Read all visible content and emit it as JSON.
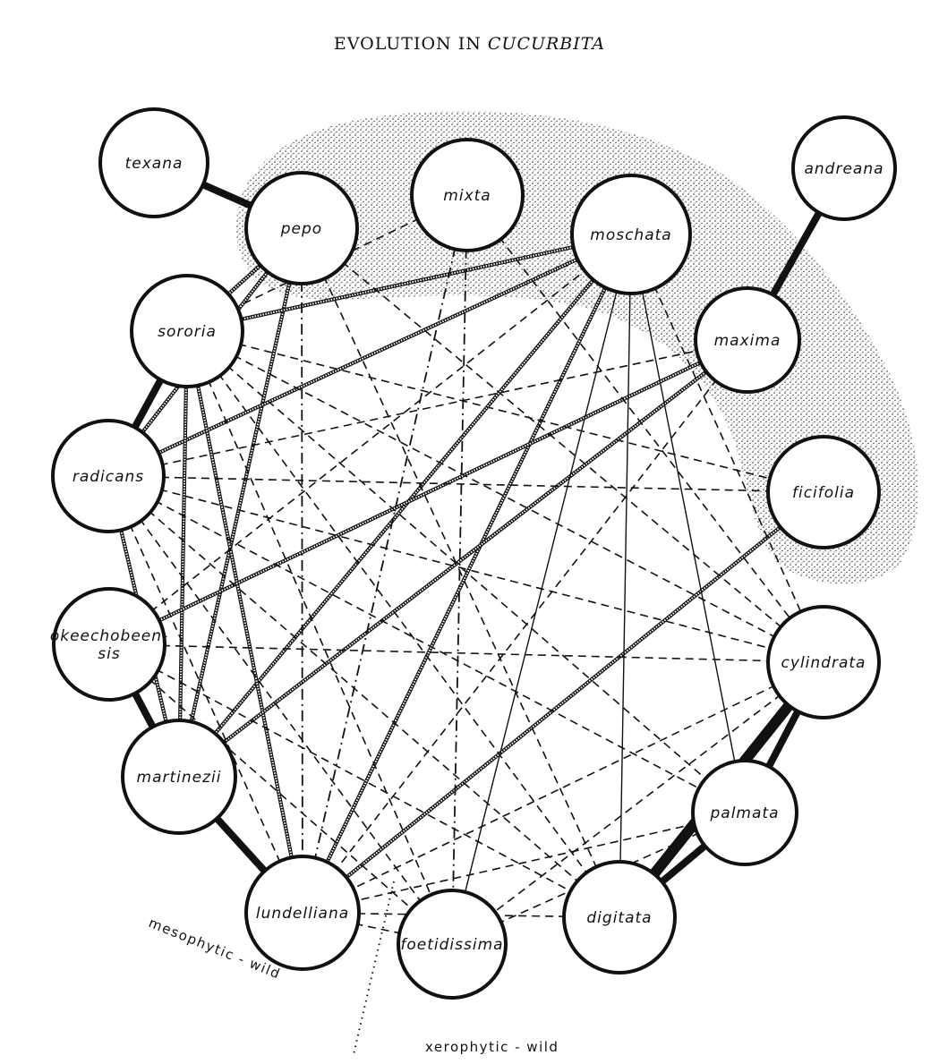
{
  "title": {
    "prefix": "EVOLUTION IN ",
    "genus": "CUCURBITA"
  },
  "nodes": [
    {
      "id": "texana",
      "label": [
        "texana"
      ]
    },
    {
      "id": "pepo",
      "label": [
        "pepo"
      ]
    },
    {
      "id": "mixta",
      "label": [
        "mixta"
      ]
    },
    {
      "id": "moschata",
      "label": [
        "moschata"
      ]
    },
    {
      "id": "andreana",
      "label": [
        "andreana"
      ]
    },
    {
      "id": "maxima",
      "label": [
        "maxima"
      ]
    },
    {
      "id": "sororia",
      "label": [
        "sororia"
      ]
    },
    {
      "id": "radicans",
      "label": [
        "radicans"
      ]
    },
    {
      "id": "ficifolia",
      "label": [
        "ficifolia"
      ]
    },
    {
      "id": "okeechobeensis",
      "label": [
        "okeechobeen-",
        "sis"
      ]
    },
    {
      "id": "cylindrata",
      "label": [
        "cylindrata"
      ]
    },
    {
      "id": "martinezii",
      "label": [
        "martinezii"
      ]
    },
    {
      "id": "palmata",
      "label": [
        "palmata"
      ]
    },
    {
      "id": "lundelliana",
      "label": [
        "lundelliana"
      ]
    },
    {
      "id": "foetidissima",
      "label": [
        "foetidissima"
      ]
    },
    {
      "id": "digitata",
      "label": [
        "digitata"
      ]
    }
  ],
  "edges": [
    [
      "texana",
      "pepo",
      "thick"
    ],
    [
      "sororia",
      "radicans",
      "thick"
    ],
    [
      "okeechobeensis",
      "martinezii",
      "thick"
    ],
    [
      "martinezii",
      "lundelliana",
      "thick"
    ],
    [
      "andreana",
      "maxima",
      "thick"
    ],
    [
      "cylindrata",
      "palmata",
      "thick"
    ],
    [
      "palmata",
      "digitata",
      "thick"
    ],
    [
      "cylindrata",
      "digitata",
      "heavy"
    ],
    [
      "pepo",
      "sororia",
      "hatched"
    ],
    [
      "pepo",
      "radicans",
      "hatched"
    ],
    [
      "pepo",
      "martinezii",
      "hatched"
    ],
    [
      "moschata",
      "sororia",
      "hatched"
    ],
    [
      "moschata",
      "radicans",
      "hatched"
    ],
    [
      "moschata",
      "martinezii",
      "hatched"
    ],
    [
      "moschata",
      "lundelliana",
      "hatched"
    ],
    [
      "sororia",
      "martinezii",
      "hatched"
    ],
    [
      "sororia",
      "lundelliana",
      "hatched"
    ],
    [
      "radicans",
      "martinezii",
      "hatched"
    ],
    [
      "maxima",
      "okeechobeensis",
      "hatched"
    ],
    [
      "ficifolia",
      "lundelliana",
      "hatched"
    ],
    [
      "maxima",
      "martinezii",
      "hatched"
    ],
    [
      "moschata",
      "foetidissima",
      "solid"
    ],
    [
      "moschata",
      "digitata",
      "solid"
    ],
    [
      "moschata",
      "palmata",
      "solid"
    ],
    [
      "pepo",
      "lundelliana",
      "dashdot"
    ],
    [
      "mixta",
      "lundelliana",
      "dashdot"
    ],
    [
      "mixta",
      "foetidissima",
      "dashdot"
    ],
    [
      "mixta",
      "sororia",
      "dashed"
    ],
    [
      "mixta",
      "cylindrata",
      "dashed"
    ],
    [
      "pepo",
      "cylindrata",
      "dashed"
    ],
    [
      "pepo",
      "digitata",
      "dashed"
    ],
    [
      "sororia",
      "ficifolia",
      "dashed"
    ],
    [
      "sororia",
      "cylindrata",
      "dashed"
    ],
    [
      "sororia",
      "palmata",
      "dashed"
    ],
    [
      "sororia",
      "digitata",
      "dashed"
    ],
    [
      "sororia",
      "foetidissima",
      "dashed"
    ],
    [
      "radicans",
      "maxima",
      "dashed"
    ],
    [
      "radicans",
      "ficifolia",
      "dashed"
    ],
    [
      "radicans",
      "cylindrata",
      "dashed"
    ],
    [
      "radicans",
      "palmata",
      "dashed"
    ],
    [
      "radicans",
      "digitata",
      "dashed"
    ],
    [
      "radicans",
      "foetidissima",
      "dashed"
    ],
    [
      "radicans",
      "lundelliana",
      "dashed"
    ],
    [
      "okeechobeensis",
      "moschata",
      "dashed"
    ],
    [
      "okeechobeensis",
      "cylindrata",
      "dashed"
    ],
    [
      "okeechobeensis",
      "foetidissima",
      "dashed"
    ],
    [
      "okeechobeensis",
      "digitata",
      "dashed"
    ],
    [
      "maxima",
      "lundelliana",
      "dashed"
    ],
    [
      "cylindrata",
      "lundelliana",
      "dashed"
    ],
    [
      "cylindrata",
      "foetidissima",
      "dashed"
    ],
    [
      "palmata",
      "lundelliana",
      "dashed"
    ],
    [
      "palmata",
      "foetidissima",
      "dashed"
    ],
    [
      "digitata",
      "lundelliana",
      "dashed"
    ],
    [
      "foetidissima",
      "lundelliana",
      "dashed"
    ],
    [
      "moschata",
      "cylindrata",
      "dashed"
    ]
  ],
  "regions": {
    "mesophytic": "mesophytic - wild",
    "xerophytic": "xerophytic - wild"
  },
  "colors": {
    "ink": "#111111",
    "stipple": "#555555"
  }
}
